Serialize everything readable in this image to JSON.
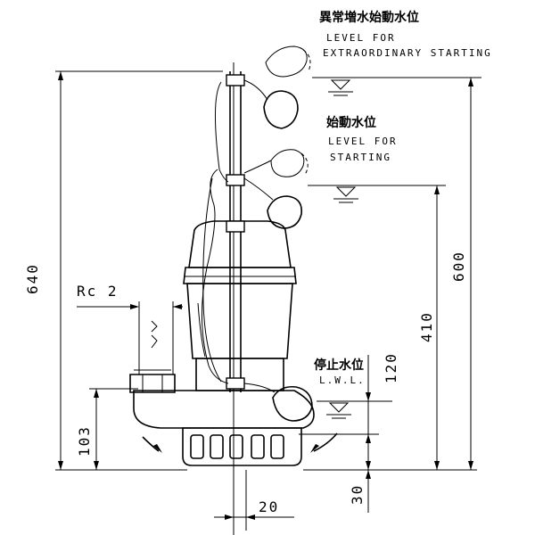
{
  "labels": {
    "extraordinary_jp": "異常増水始動水位",
    "extraordinary_en": "LEVEL FOR",
    "extraordinary_en2": "EXTRAORDINARY STARTING",
    "starting_jp": "始動水位",
    "starting_en": "LEVEL FOR",
    "starting_en2": "STARTING",
    "stop_jp": "停止水位",
    "stop_en": "L.W.L.",
    "rc": "Rc 2"
  },
  "dimensions": {
    "d640": "640",
    "d600": "600",
    "d410": "410",
    "d120": "120",
    "d103": "103",
    "d30": "30",
    "d20": "20"
  }
}
